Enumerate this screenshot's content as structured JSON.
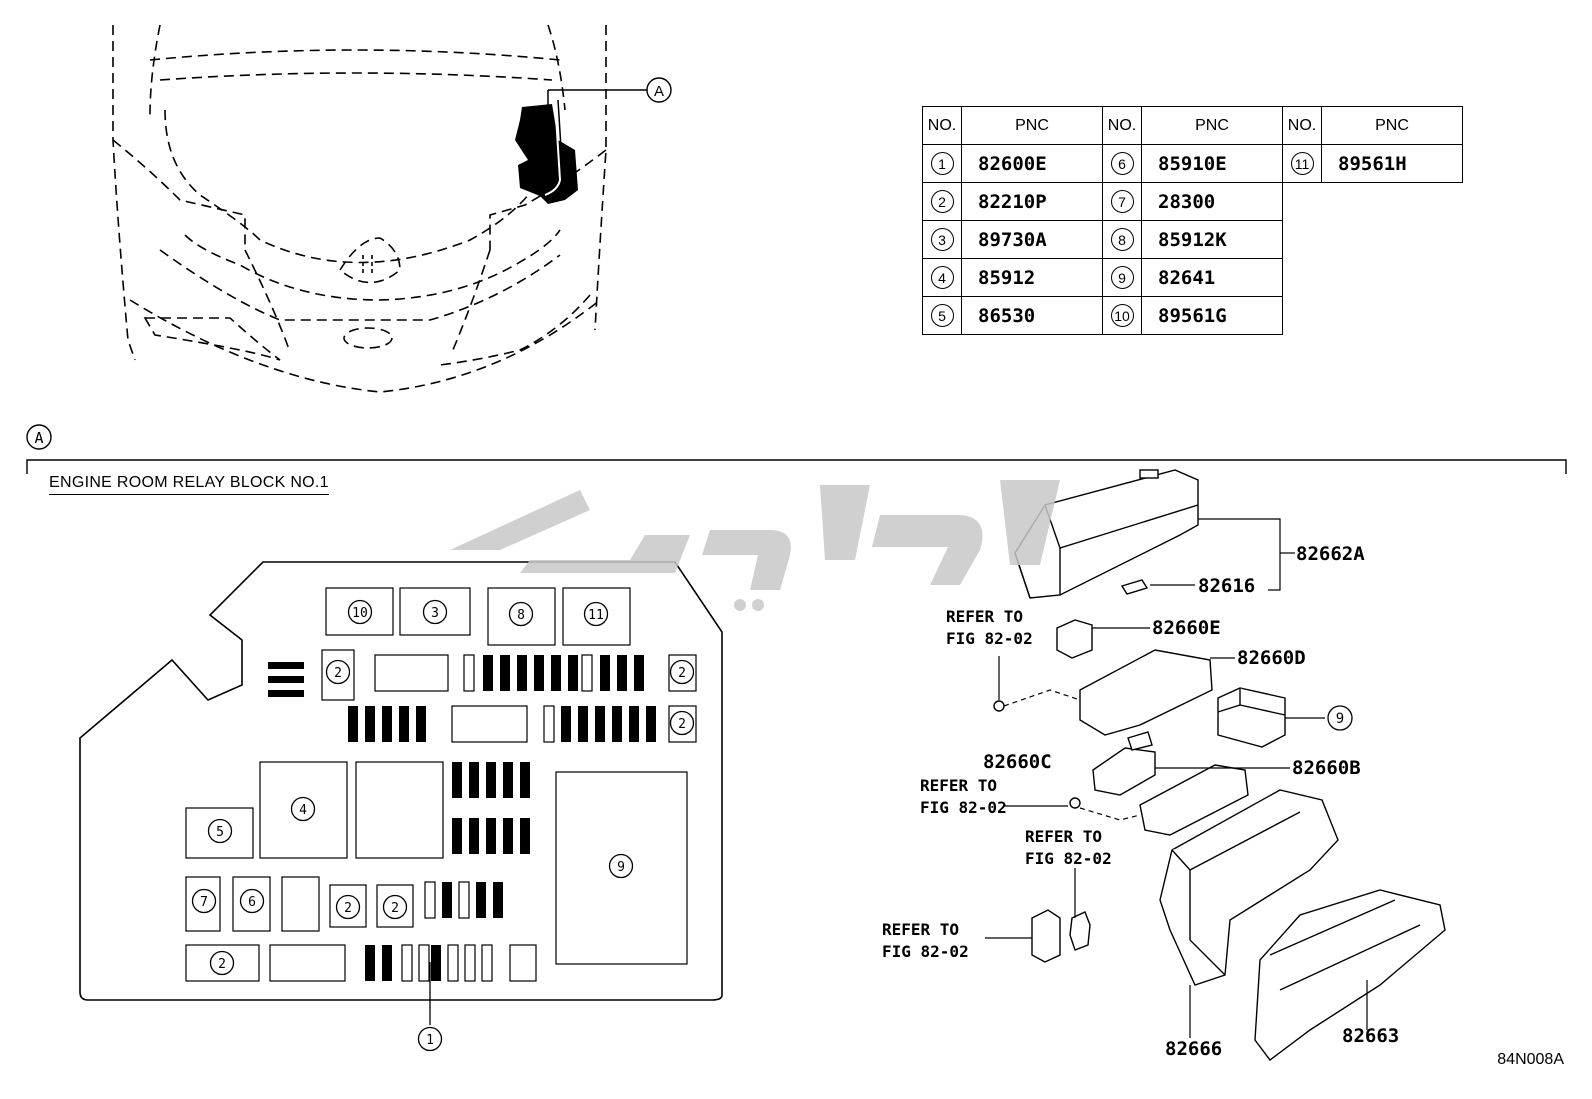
{
  "table": {
    "headers": {
      "no": "NO.",
      "pnc": "PNC"
    },
    "rows": [
      [
        {
          "no": "1",
          "pnc": "82600E"
        },
        {
          "no": "6",
          "pnc": "85910E"
        },
        {
          "no": "11",
          "pnc": "89561H"
        }
      ],
      [
        {
          "no": "2",
          "pnc": "82210P"
        },
        {
          "no": "7",
          "pnc": "28300"
        },
        null
      ],
      [
        {
          "no": "3",
          "pnc": "89730A"
        },
        {
          "no": "8",
          "pnc": "85912K"
        },
        null
      ],
      [
        {
          "no": "4",
          "pnc": "85912"
        },
        {
          "no": "9",
          "pnc": "82641"
        },
        null
      ],
      [
        {
          "no": "5",
          "pnc": "86530"
        },
        {
          "no": "10",
          "pnc": "89561G"
        },
        null
      ]
    ]
  },
  "callout_a": "A",
  "section_a_marker": "A",
  "section_title": "ENGINE ROOM RELAY BLOCK NO.1",
  "figure_code": "84N008A",
  "relay_block_numbers": {
    "n10": "10",
    "n3": "3",
    "n8": "8",
    "n11": "11",
    "n2a": "2",
    "n2b": "2",
    "n2c": "2",
    "n4": "4",
    "n5": "5",
    "n9": "9",
    "n7": "7",
    "n6": "6",
    "n2d": "2",
    "n2e": "2",
    "n2f": "2",
    "n1": "1"
  },
  "exploded_labels": {
    "p82662A": "82662A",
    "p82616": "82616",
    "p82660E": "82660E",
    "p82660D": "82660D",
    "p82660C": "82660C",
    "p82660B": "82660B",
    "p82666": "82666",
    "p82663": "82663",
    "circle9": "9",
    "refer1_l1": "REFER TO",
    "refer1_l2": "FIG 82-02",
    "refer2_l1": "REFER TO",
    "refer2_l2": "FIG 82-02",
    "refer3_l1": "REFER TO",
    "refer3_l2": "FIG 82-02",
    "refer4_l1": "REFER TO",
    "refer4_l2": "FIG 82-02"
  },
  "colors": {
    "ink": "#000000",
    "watermark": "#c8c8c8"
  }
}
